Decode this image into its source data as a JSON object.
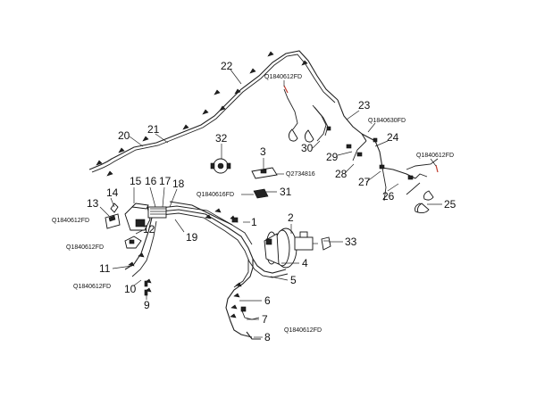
{
  "diagram": {
    "callouts": [
      "1",
      "2",
      "3",
      "4",
      "5",
      "6",
      "7",
      "8",
      "9",
      "10",
      "11",
      "12",
      "13",
      "14",
      "15",
      "16",
      "17",
      "18",
      "19",
      "20",
      "21",
      "22",
      "23",
      "24",
      "25",
      "26",
      "27",
      "28",
      "29",
      "30",
      "31",
      "32",
      "33"
    ],
    "part_codes": {
      "q1840612fd_top": "Q1840612FD",
      "q1840630fd": "Q1840630FD",
      "q1840612fd_right": "Q1840612FD",
      "q2734816": "Q2734816",
      "q1840616fd": "Q1840616FD",
      "q1840612fd_left": "Q1840612FD",
      "q1840612fd_left2": "Q1840612FD",
      "q1840612fd_left3": "Q1840612FD",
      "q1840612fd_bottom": "Q1840612FD"
    }
  }
}
